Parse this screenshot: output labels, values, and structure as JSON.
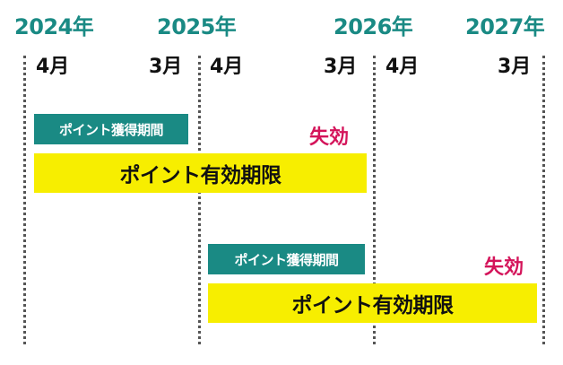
{
  "years": [
    "2024年",
    "2025年",
    "2026年",
    "2027年"
  ],
  "months": [
    "4月",
    "3月",
    "4月",
    "3月",
    "4月",
    "3月"
  ],
  "rows": [
    {
      "acquisition_label": "ポイント獲得期間",
      "validity_label": "ポイント有効期限",
      "expired_label": "失効"
    },
    {
      "acquisition_label": "ポイント獲得期間",
      "validity_label": "ポイント有効期限",
      "expired_label": "失効"
    }
  ],
  "colors": {
    "teal": "#1a8a84",
    "yellow": "#f7ee00",
    "red": "#d4145a"
  }
}
